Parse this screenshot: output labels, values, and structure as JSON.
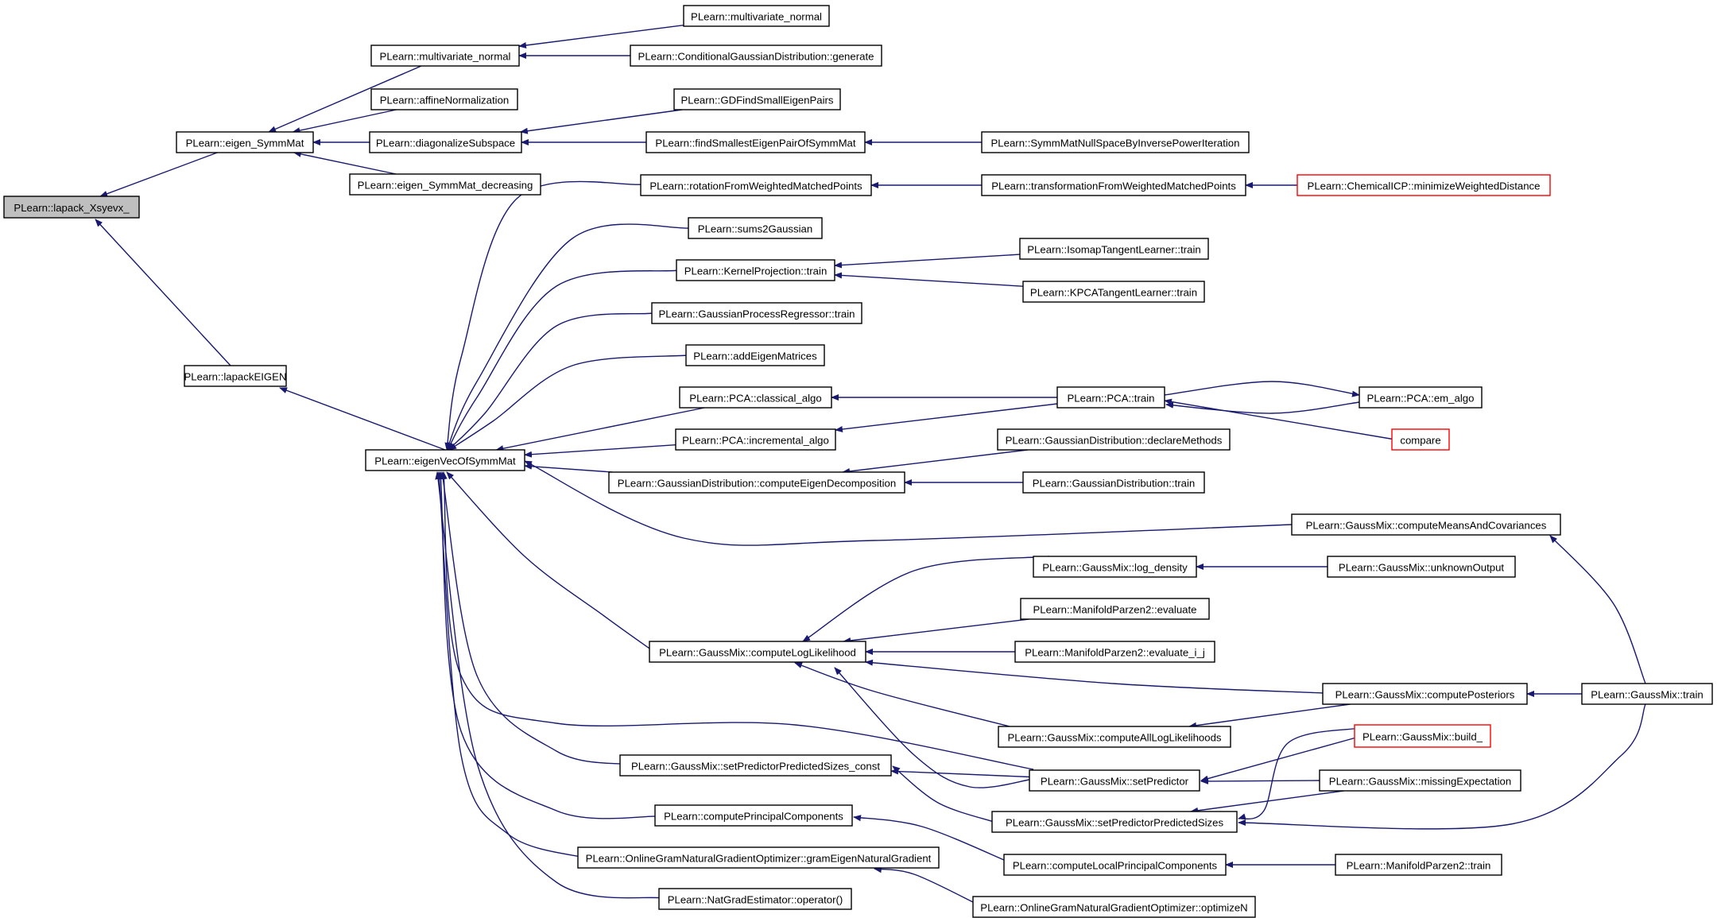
{
  "graph": {
    "colors": {
      "edge": "#191970",
      "node_border": "#000000",
      "root_fill": "#bfbfbf",
      "truncated_border": "#ff0000"
    },
    "nodes": [
      {
        "id": "n0",
        "label": "PLearn::lapack_Xsyevx_",
        "root": true
      },
      {
        "id": "n1",
        "label": "PLearn::eigen_SymmMat"
      },
      {
        "id": "n2",
        "label": "PLearn::lapackEIGEN"
      },
      {
        "id": "n3",
        "label": "PLearn::multivariate_normal"
      },
      {
        "id": "n4",
        "label": "PLearn::affineNormalization"
      },
      {
        "id": "n5",
        "label": "PLearn::diagonalizeSubspace"
      },
      {
        "id": "n6",
        "label": "PLearn::eigen_SymmMat_decreasing"
      },
      {
        "id": "n7",
        "label": "PLearn::multivariate_normal"
      },
      {
        "id": "n8",
        "label": "PLearn::ConditionalGaussianDistribution::generate"
      },
      {
        "id": "n9",
        "label": "PLearn::GDFindSmallEigenPairs"
      },
      {
        "id": "n10",
        "label": "PLearn::findSmallestEigenPairOfSymmMat"
      },
      {
        "id": "n11",
        "label": "PLearn::SymmMatNullSpaceByInversePowerIteration"
      },
      {
        "id": "n12",
        "label": "PLearn::eigenVecOfSymmMat"
      },
      {
        "id": "n13",
        "label": "PLearn::rotationFromWeightedMatchedPoints"
      },
      {
        "id": "n14",
        "label": "PLearn::transformationFromWeightedMatchedPoints"
      },
      {
        "id": "n15",
        "label": "PLearn::ChemicalICP::minimizeWeightedDistance",
        "red": true
      },
      {
        "id": "n16",
        "label": "PLearn::sums2Gaussian"
      },
      {
        "id": "n17",
        "label": "PLearn::KernelProjection::train"
      },
      {
        "id": "n18",
        "label": "PLearn::IsomapTangentLearner::train"
      },
      {
        "id": "n19",
        "label": "PLearn::KPCATangentLearner::train"
      },
      {
        "id": "n20",
        "label": "PLearn::GaussianProcessRegressor::train"
      },
      {
        "id": "n21",
        "label": "PLearn::addEigenMatrices"
      },
      {
        "id": "n22",
        "label": "PLearn::PCA::classical_algo"
      },
      {
        "id": "n23",
        "label": "PLearn::PCA::train"
      },
      {
        "id": "n24",
        "label": "PLearn::PCA::em_algo"
      },
      {
        "id": "n25",
        "label": "compare",
        "red": true
      },
      {
        "id": "n26",
        "label": "PLearn::PCA::incremental_algo"
      },
      {
        "id": "n27",
        "label": "PLearn::GaussianDistribution::computeEigenDecomposition"
      },
      {
        "id": "n28",
        "label": "PLearn::GaussianDistribution::declareMethods"
      },
      {
        "id": "n29",
        "label": "PLearn::GaussianDistribution::train"
      },
      {
        "id": "n30",
        "label": "PLearn::GaussMix::computeMeansAndCovariances"
      },
      {
        "id": "n31",
        "label": "PLearn::GaussMix::log_density"
      },
      {
        "id": "n32",
        "label": "PLearn::GaussMix::unknownOutput"
      },
      {
        "id": "n33",
        "label": "PLearn::ManifoldParzen2::evaluate"
      },
      {
        "id": "n34",
        "label": "PLearn::GaussMix::computeLogLikelihood"
      },
      {
        "id": "n35",
        "label": "PLearn::ManifoldParzen2::evaluate_i_j"
      },
      {
        "id": "n36",
        "label": "PLearn::GaussMix::computePosteriors"
      },
      {
        "id": "n37",
        "label": "PLearn::GaussMix::train"
      },
      {
        "id": "n38",
        "label": "PLearn::GaussMix::computeAllLogLikelihoods"
      },
      {
        "id": "n39",
        "label": "PLearn::GaussMix::build_",
        "red": true
      },
      {
        "id": "n40",
        "label": "PLearn::GaussMix::setPredictorPredictedSizes_const"
      },
      {
        "id": "n41",
        "label": "PLearn::GaussMix::setPredictor"
      },
      {
        "id": "n42",
        "label": "PLearn::GaussMix::missingExpectation"
      },
      {
        "id": "n43",
        "label": "PLearn::GaussMix::setPredictorPredictedSizes"
      },
      {
        "id": "n44",
        "label": "PLearn::computePrincipalComponents"
      },
      {
        "id": "n45",
        "label": "PLearn::computeLocalPrincipalComponents"
      },
      {
        "id": "n46",
        "label": "PLearn::ManifoldParzen2::train"
      },
      {
        "id": "n47",
        "label": "PLearn::OnlineGramNaturalGradientOptimizer::gramEigenNaturalGradient"
      },
      {
        "id": "n48",
        "label": "PLearn::OnlineGramNaturalGradientOptimizer::optimizeN"
      },
      {
        "id": "n49",
        "label": "PLearn::NatGradEstimator::operator()"
      }
    ],
    "edges": [
      [
        "n1",
        "n0"
      ],
      [
        "n2",
        "n0"
      ],
      [
        "n3",
        "n1"
      ],
      [
        "n4",
        "n1"
      ],
      [
        "n5",
        "n1"
      ],
      [
        "n6",
        "n1"
      ],
      [
        "n7",
        "n3"
      ],
      [
        "n8",
        "n3"
      ],
      [
        "n9",
        "n5"
      ],
      [
        "n10",
        "n5"
      ],
      [
        "n11",
        "n10"
      ],
      [
        "n12",
        "n2"
      ],
      [
        "n13",
        "n12"
      ],
      [
        "n16",
        "n12"
      ],
      [
        "n17",
        "n12"
      ],
      [
        "n20",
        "n12"
      ],
      [
        "n21",
        "n12"
      ],
      [
        "n22",
        "n12"
      ],
      [
        "n26",
        "n12"
      ],
      [
        "n27",
        "n12"
      ],
      [
        "n30",
        "n12"
      ],
      [
        "n34",
        "n12"
      ],
      [
        "n41",
        "n12"
      ],
      [
        "n40",
        "n12"
      ],
      [
        "n44",
        "n12"
      ],
      [
        "n47",
        "n12"
      ],
      [
        "n49",
        "n12"
      ],
      [
        "n14",
        "n13"
      ],
      [
        "n15",
        "n14"
      ],
      [
        "n18",
        "n17"
      ],
      [
        "n19",
        "n17"
      ],
      [
        "n23",
        "n22"
      ],
      [
        "n23",
        "n26"
      ],
      [
        "n24",
        "n23"
      ],
      [
        "n25",
        "n23"
      ],
      [
        "n23",
        "n24"
      ],
      [
        "n28",
        "n27"
      ],
      [
        "n29",
        "n27"
      ],
      [
        "n37",
        "n30"
      ],
      [
        "n31",
        "n34"
      ],
      [
        "n33",
        "n34"
      ],
      [
        "n35",
        "n34"
      ],
      [
        "n36",
        "n34"
      ],
      [
        "n38",
        "n34"
      ],
      [
        "n41",
        "n34"
      ],
      [
        "n32",
        "n31"
      ],
      [
        "n37",
        "n36"
      ],
      [
        "n36",
        "n38"
      ],
      [
        "n41",
        "n40"
      ],
      [
        "n43",
        "n40"
      ],
      [
        "n39",
        "n41"
      ],
      [
        "n42",
        "n41"
      ],
      [
        "n39",
        "n43"
      ],
      [
        "n42",
        "n43"
      ],
      [
        "n37",
        "n43"
      ],
      [
        "n45",
        "n44"
      ],
      [
        "n46",
        "n45"
      ],
      [
        "n48",
        "n47"
      ]
    ]
  }
}
